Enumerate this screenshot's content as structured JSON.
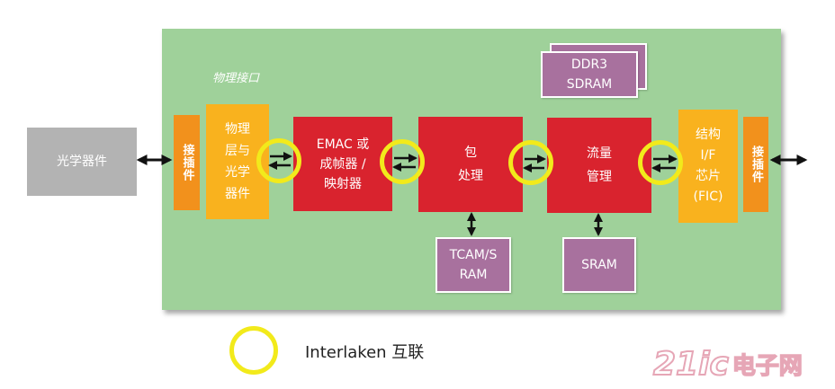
{
  "diagram": {
    "board_label": "物理接口",
    "optical_device": "光学器件",
    "connector_left": "接插件",
    "phy": "物理\n层与\n光学\n器件",
    "emac": "EMAC 或\n成帧器 /\n映射器",
    "packet": "包\n处理",
    "traffic": "流量\n管理",
    "fabric": "结构\nI/F\n芯片\n(FIC)",
    "connector_right": "接插件",
    "ddr3": "DDR3\nSDRAM",
    "tcam": "TCAM/S\nRAM",
    "sram": "SRAM"
  },
  "legend": {
    "interlaken": "Interlaken 互联"
  },
  "watermark": {
    "brand": "21ic",
    "suffix": "电子网"
  },
  "colors": {
    "board": "#9fd19a",
    "optical": "#b3b3b3",
    "connector": "#f2911c",
    "phy_fic": "#f9b21e",
    "processing": "#d9232e",
    "memory": "#a8719e",
    "interlaken_ring": "#f2ea1b",
    "watermark": "#e6a6b6"
  }
}
